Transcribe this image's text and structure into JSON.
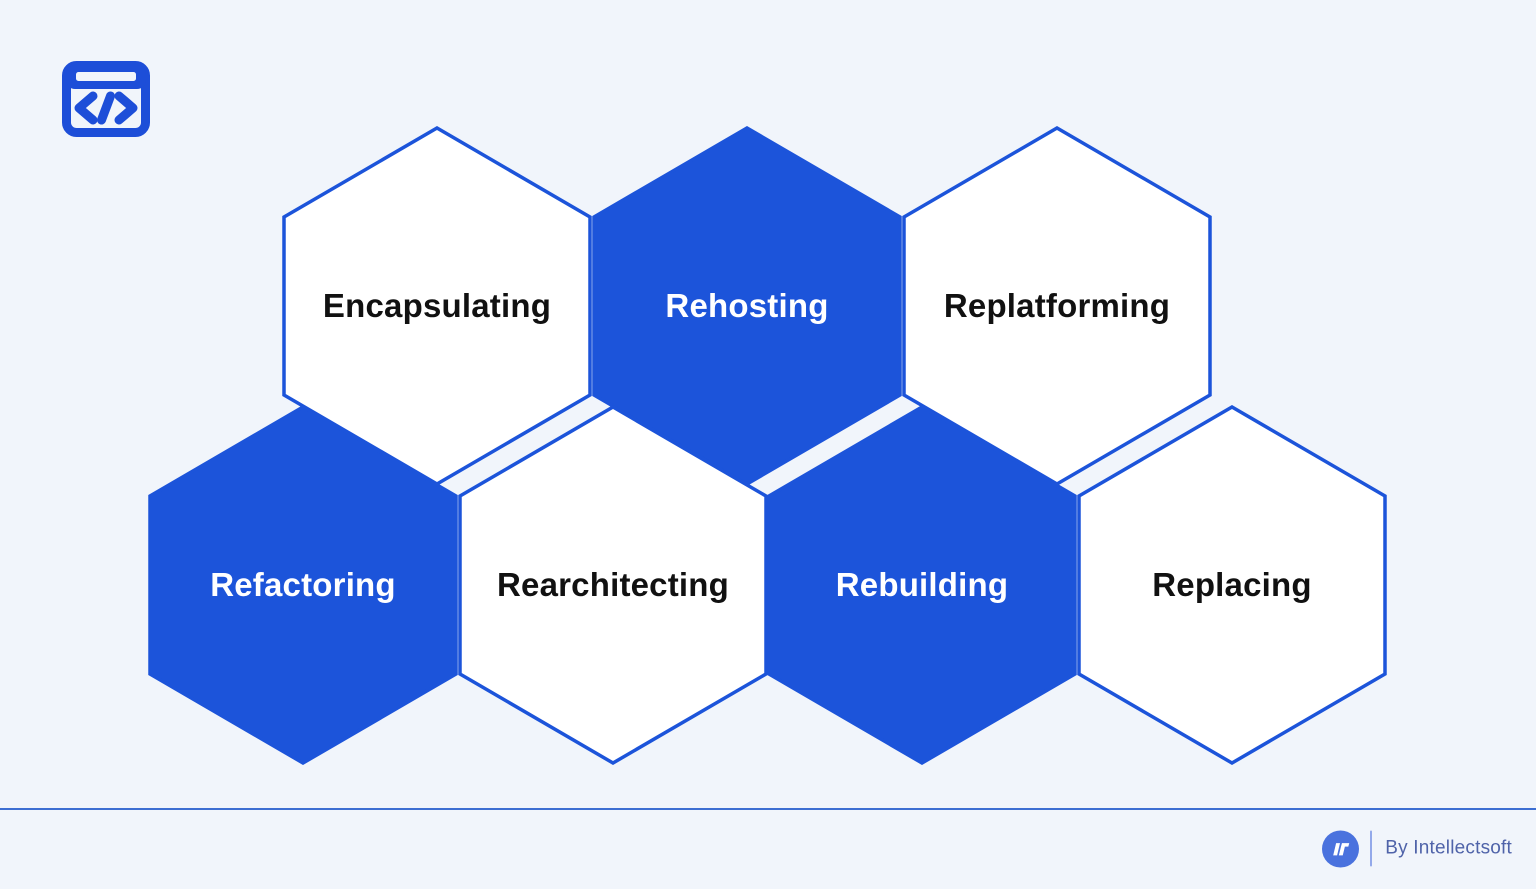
{
  "colors": {
    "background": "#f1f5fb",
    "brand_blue": "#1c54da",
    "white_hex_fill": "#ffffff",
    "label_dark": "#111111",
    "label_light": "#ffffff",
    "icon_blue": "#1d4ed8",
    "footer_rule": "#3d6ed2",
    "footer_text": "#4f63a9",
    "logo_circle": "#4a72de",
    "footer_separator": "#93a9ea"
  },
  "header": {
    "icon": "code-window-icon"
  },
  "hexagons": [
    {
      "label": "Encapsulating",
      "variant": "white",
      "row": 1
    },
    {
      "label": "Rehosting",
      "variant": "blue",
      "row": 1
    },
    {
      "label": "Replatforming",
      "variant": "white",
      "row": 1
    },
    {
      "label": "Refactoring",
      "variant": "blue",
      "row": 2
    },
    {
      "label": "Rearchitecting",
      "variant": "white",
      "row": 2
    },
    {
      "label": "Rebuilding",
      "variant": "blue",
      "row": 2
    },
    {
      "label": "Replacing",
      "variant": "white",
      "row": 2
    }
  ],
  "footer": {
    "logo": "intellectsoft-logo",
    "attribution": "By Intellectsoft"
  }
}
